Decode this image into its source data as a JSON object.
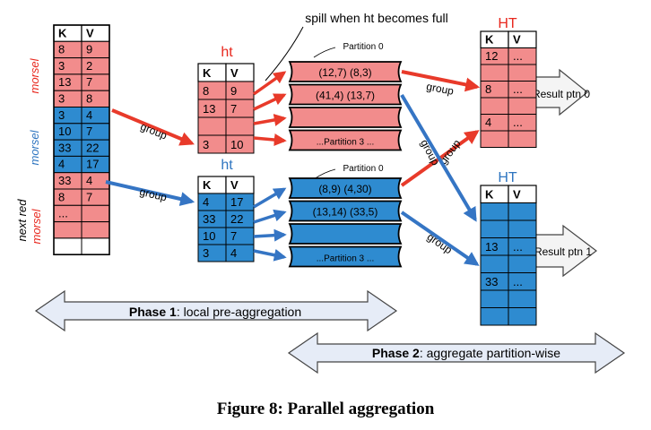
{
  "colors": {
    "red": "#f28c8c",
    "blue": "#2e8bd0",
    "red_text": "#e8281e",
    "blue_text": "#2e75c0",
    "arrow_red": "#e83a2a",
    "arrow_blue": "#3575c4",
    "phase_fill": "#e6ecf7"
  },
  "input_table": {
    "header": [
      "K",
      "V"
    ],
    "rows": [
      [
        "8",
        "9",
        "red"
      ],
      [
        "3",
        "2",
        "red"
      ],
      [
        "13",
        "7",
        "red"
      ],
      [
        "3",
        "8",
        "red"
      ],
      [
        "3",
        "4",
        "blue"
      ],
      [
        "10",
        "7",
        "blue"
      ],
      [
        "33",
        "22",
        "blue"
      ],
      [
        "4",
        "17",
        "blue"
      ],
      [
        "33",
        "4",
        "red"
      ],
      [
        "8",
        "7",
        "red"
      ],
      [
        "...",
        "",
        "red"
      ],
      [
        "",
        "",
        "red"
      ],
      [
        "",
        "",
        "white"
      ]
    ],
    "labels": [
      {
        "text": "morsel",
        "color": "red"
      },
      {
        "text": "morsel",
        "color": "blue"
      },
      {
        "text": "next red",
        "color": "black"
      },
      {
        "text": "morsel",
        "color": "red"
      }
    ]
  },
  "ht_red": {
    "title": "ht",
    "header": [
      "K",
      "V"
    ],
    "rows": [
      [
        "8",
        "9"
      ],
      [
        "13",
        "7"
      ],
      [
        "",
        ""
      ],
      [
        "3",
        "10"
      ]
    ]
  },
  "ht_blue": {
    "title": "ht",
    "header": [
      "K",
      "V"
    ],
    "rows": [
      [
        "4",
        "17"
      ],
      [
        "33",
        "22"
      ],
      [
        "10",
        "7"
      ],
      [
        "3",
        "4"
      ]
    ]
  },
  "partitions_red": {
    "heading": "Partition 0",
    "rows": [
      "(12,7)  (8,3)",
      "(41,4) (13,7)",
      "",
      "...Partition 3 ..."
    ]
  },
  "partitions_blue": {
    "heading": "Partition 0",
    "rows": [
      "(8,9)  (4,30)",
      "(13,14) (33,5)",
      "",
      "...Partition 3 ..."
    ]
  },
  "spill_label": "spill when ht becomes full",
  "HT_red": {
    "title": "HT",
    "header": [
      "K",
      "V"
    ],
    "rows": [
      [
        "12",
        "..."
      ],
      [
        "",
        ""
      ],
      [
        "8",
        "..."
      ],
      [
        "",
        ""
      ],
      [
        "4",
        "..."
      ],
      [
        "",
        ""
      ]
    ]
  },
  "HT_blue": {
    "title": "HT",
    "header": [
      "K",
      "V"
    ],
    "rows": [
      [
        "",
        ""
      ],
      [
        "",
        ""
      ],
      [
        "13",
        "..."
      ],
      [
        "",
        ""
      ],
      [
        "33",
        "..."
      ],
      [
        "",
        ""
      ],
      [
        "",
        ""
      ]
    ]
  },
  "result_ptn0": "Result ptn 0",
  "result_ptn1": "Result ptn 1",
  "group_label": "group",
  "phase1": {
    "bold": "Phase 1",
    "rest": ": local pre-aggregation"
  },
  "phase2": {
    "bold": "Phase 2",
    "rest": ": aggregate partition-wise"
  },
  "caption": "Figure 8: Parallel aggregation"
}
